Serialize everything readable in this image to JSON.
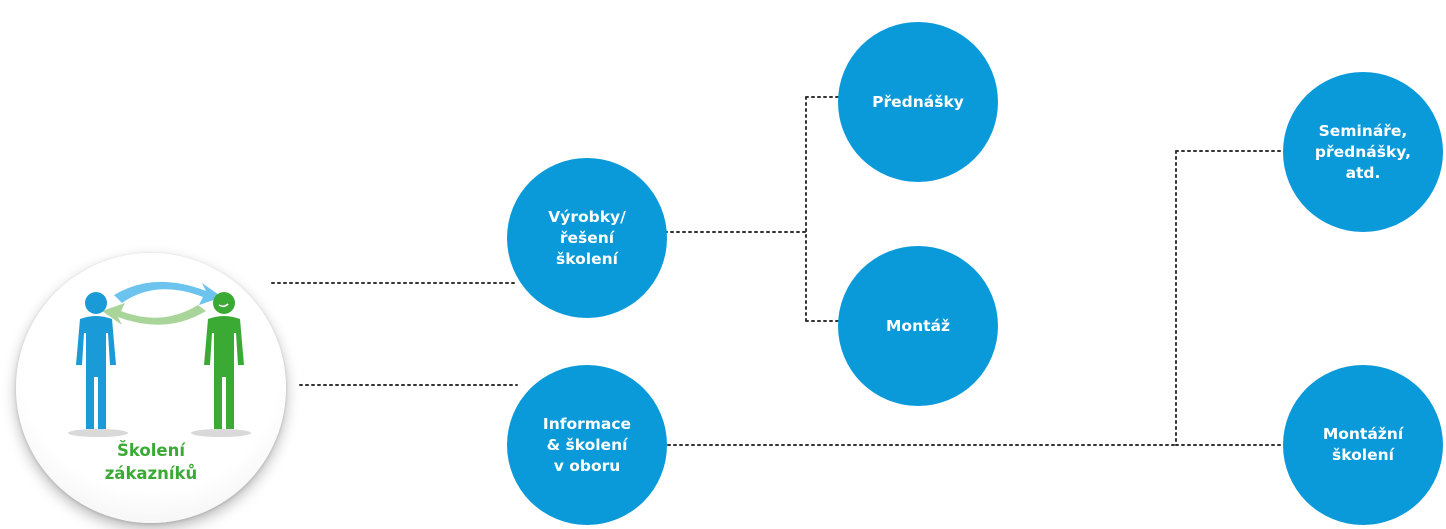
{
  "root": {
    "label": "Školení\nzákazníků",
    "label_color": "#3aaa35",
    "icon": "people-exchange-icon"
  },
  "nodes": {
    "product": {
      "label": "Výrobky/\nřešení\nškolení"
    },
    "industry": {
      "label": "Informace\n& školení\nv oboru"
    },
    "lectures": {
      "label": "Přednášky"
    },
    "assembly": {
      "label": "Montáž"
    },
    "seminars": {
      "label": "Semináře,\npřednášky,\natd."
    },
    "assembly_training": {
      "label": "Montážní\nškolení"
    }
  },
  "colors": {
    "node_fill": "#0a9ad9",
    "node_text": "#ffffff",
    "connector": "#333333",
    "person_blue": "#1a9ad6",
    "person_green": "#3aaa35",
    "arrow_blue": "#6cc4ee",
    "arrow_green": "#a9d59a"
  }
}
